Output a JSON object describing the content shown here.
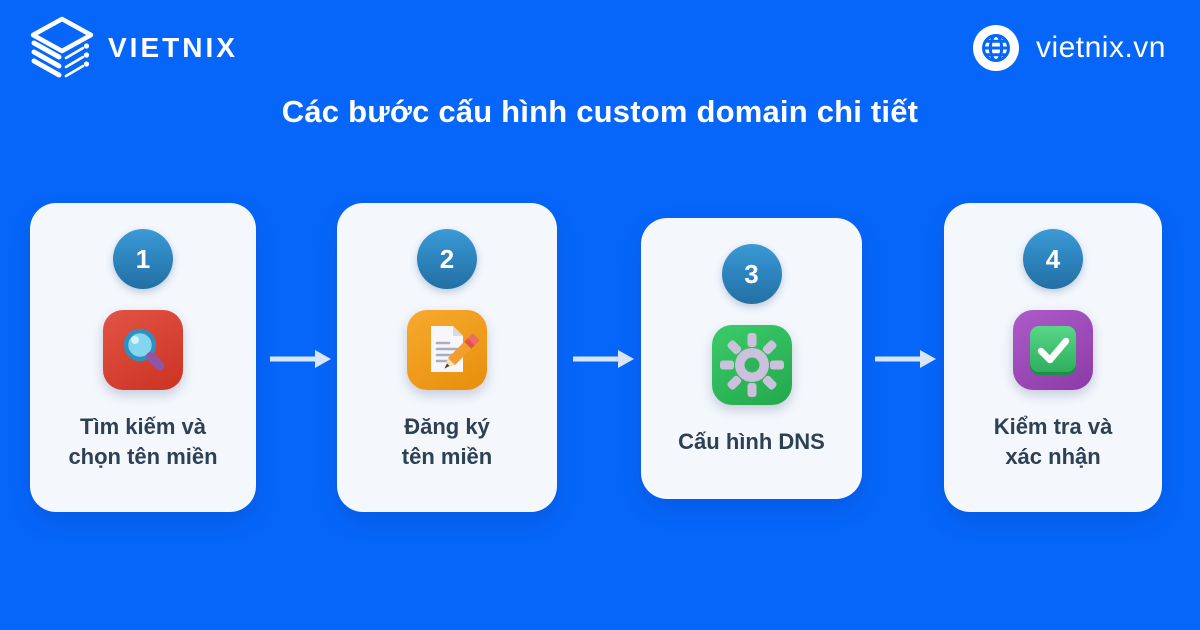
{
  "page": {
    "title": "Các bước cấu hình custom domain chi tiết",
    "background_color": "#0666FA",
    "card_background": "#F4F8FD",
    "label_color": "#2E4053",
    "arrow_color": "#D8E5F6"
  },
  "header": {
    "brand": "VIETNIX",
    "brand_icon": "vietnix-stack-logo-icon",
    "website": "vietnix.vn",
    "website_icon": "globe-icon"
  },
  "steps": [
    {
      "number": "1",
      "label": "Tìm kiếm và\nchọn tên miền",
      "icon": "magnifier-icon",
      "tile_color": "#D63A2E",
      "badge_color": "#2E86C1"
    },
    {
      "number": "2",
      "label": "Đăng ký\ntên miền",
      "icon": "memo-pencil-icon",
      "tile_color": "#F09C1A",
      "badge_color": "#2E86C1"
    },
    {
      "number": "3",
      "label": "Cấu hình DNS",
      "icon": "gear-icon",
      "tile_color": "#2EBD59",
      "badge_color": "#2E86C1"
    },
    {
      "number": "4",
      "label": "Kiểm tra và\nxác nhận",
      "icon": "check-icon",
      "tile_color": "#9C4AB5",
      "badge_color": "#2E86C1"
    }
  ]
}
